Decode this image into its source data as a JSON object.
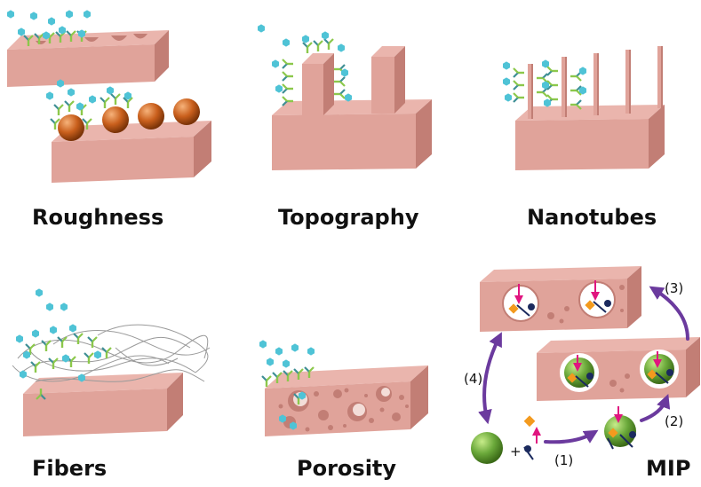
{
  "panels": {
    "roughness": "Roughness",
    "topography": "Topography",
    "nanotubes": "Nanotubes",
    "fibers": "Fibers",
    "porosity": "Porosity",
    "mip": "MIP"
  },
  "mip_steps": {
    "step1": "(1)",
    "step2": "(2)",
    "step3": "(3)",
    "step4": "(4)",
    "plus": "+"
  },
  "colors": {
    "block_front": "#e0a39a",
    "block_top": "#eab5ad",
    "block_side": "#c27e75",
    "particle_orange": "#c05a1a",
    "particle_green": "#6aa83a",
    "antibody_stem": "#8cc84b",
    "antibody_arm": "#3f8f95",
    "analyte": "#4fc3d6",
    "arrow_purple": "#6b3a9e",
    "arrow_pink": "#e0157f",
    "template_orange": "#f39a1e",
    "monomer_navy": "#1b2a5e"
  }
}
